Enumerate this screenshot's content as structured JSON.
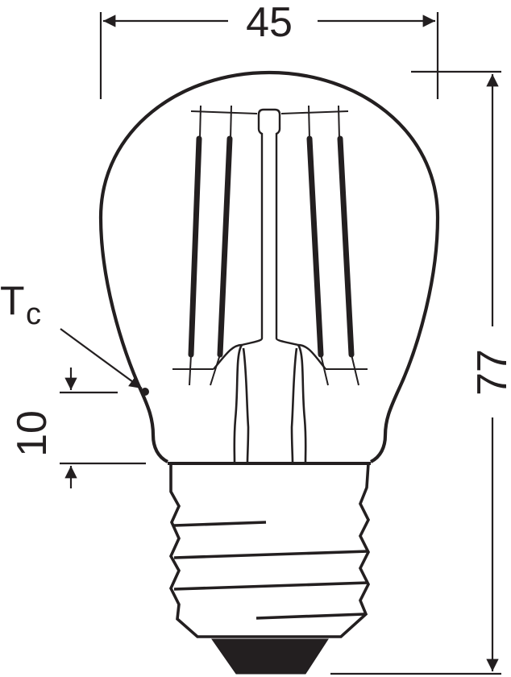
{
  "drawing": {
    "subject": "filament LED mini-globe lamp with E27 screw base",
    "stroke_color": "#231f20",
    "background": "#ffffff"
  },
  "dimensions": {
    "width": {
      "value": "45"
    },
    "height": {
      "value": "77"
    },
    "tc_offset": {
      "value": "10"
    }
  },
  "annotations": {
    "tc": {
      "main": "T",
      "sub": "c"
    }
  }
}
